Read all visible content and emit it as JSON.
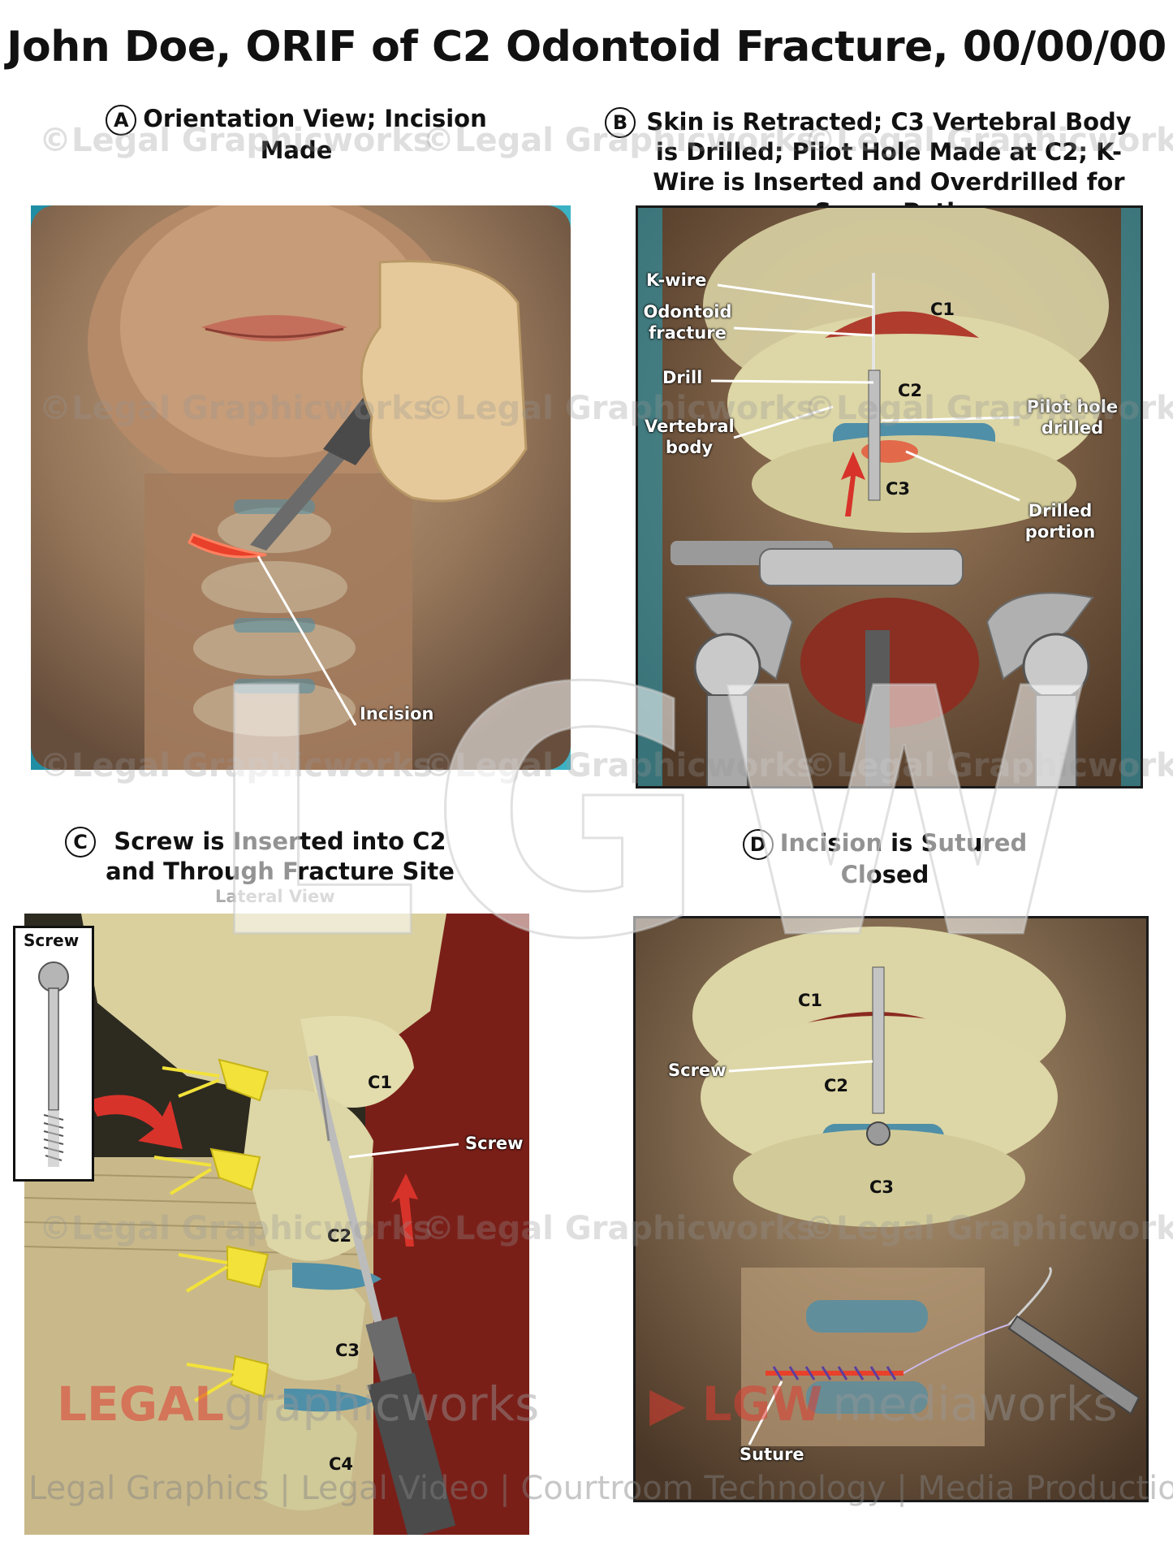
{
  "title": "John Doe, ORIF of C2 Odontoid Fracture, 00/00/00",
  "panels": {
    "a": {
      "letter": "A",
      "heading": "Orientation View; Incision Made",
      "labels": {
        "incision": "Incision"
      }
    },
    "b": {
      "letter": "B",
      "heading": "Skin is Retracted; C3 Vertebral Body is Drilled; Pilot Hole Made at C2; K-Wire is Inserted and Overdrilled for Screw Path",
      "labels": {
        "kwire": "K-wire",
        "odontoid_fracture": "Odontoid fracture",
        "drill": "Drill",
        "vertebral_body": "Vertebral body",
        "c1": "C1",
        "c2": "C2",
        "c3": "C3",
        "pilot_hole": "Pilot hole drilled",
        "drilled_portion": "Drilled portion"
      }
    },
    "c": {
      "letter": "C",
      "heading": "Screw is Inserted into C2 and Through Fracture Site",
      "subheading": "Lateral View",
      "labels": {
        "inset_screw": "Screw",
        "c1": "C1",
        "screw": "Screw",
        "c2": "C2",
        "c3": "C3",
        "c4": "C4"
      }
    },
    "d": {
      "letter": "D",
      "heading": "Incision is Sutured Closed",
      "labels": {
        "c1": "C1",
        "screw": "Screw",
        "c2": "C2",
        "c3": "C3",
        "suture": "Suture"
      }
    }
  },
  "watermark": {
    "text": "©Legal Graphicworks",
    "big_logo": "LGW",
    "brand_left_a": "LEGAL",
    "brand_left_b": "graphicworks",
    "brand_right_a": "LGW",
    "brand_right_b": "mediaworks",
    "footer": "Legal Graphics | Legal Video | Courtroom Technology | Media Production"
  },
  "colors": {
    "bone": "#ddd6a6",
    "disc": "#4f8fa8",
    "incision": "#e8402a",
    "nerve": "#f2e23a",
    "arrow": "#d8332a",
    "drape": "#2a9bb0"
  }
}
